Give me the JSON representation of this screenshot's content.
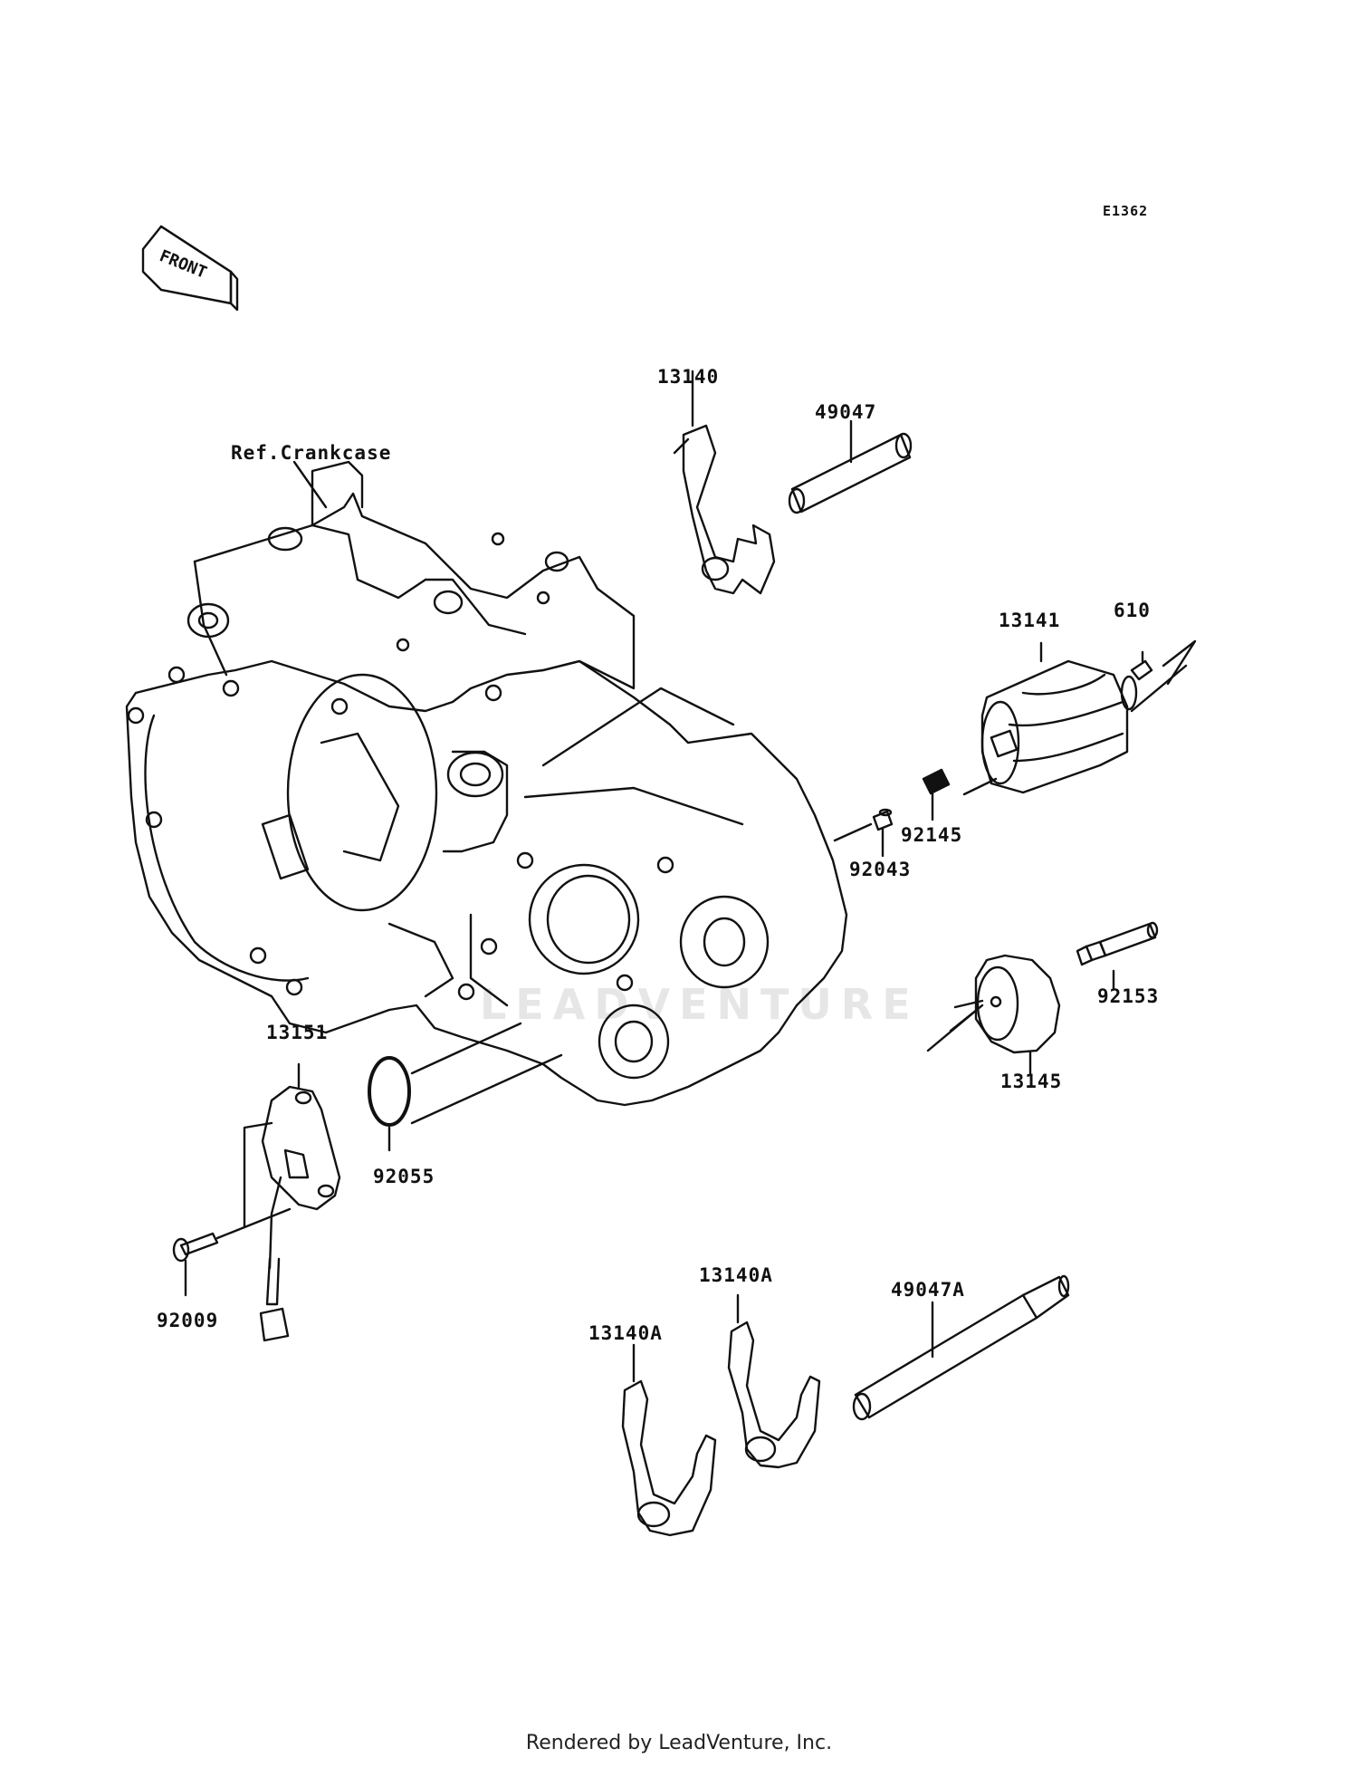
{
  "diagram_code": "E1362",
  "front_label": "FRONT",
  "reference_label": "Ref.Crankcase",
  "watermark": "LEADVENTURE",
  "footer": "Rendered by LeadVenture, Inc.",
  "parts": [
    {
      "number": "13140"
    },
    {
      "number": "49047"
    },
    {
      "number": "13141"
    },
    {
      "number": "610"
    },
    {
      "number": "92145"
    },
    {
      "number": "92043"
    },
    {
      "number": "92153"
    },
    {
      "number": "13145"
    },
    {
      "number": "13151"
    },
    {
      "number": "92055"
    },
    {
      "number": "92009"
    },
    {
      "number": "13140A"
    },
    {
      "number": "13140A"
    },
    {
      "number": "49047A"
    }
  ]
}
